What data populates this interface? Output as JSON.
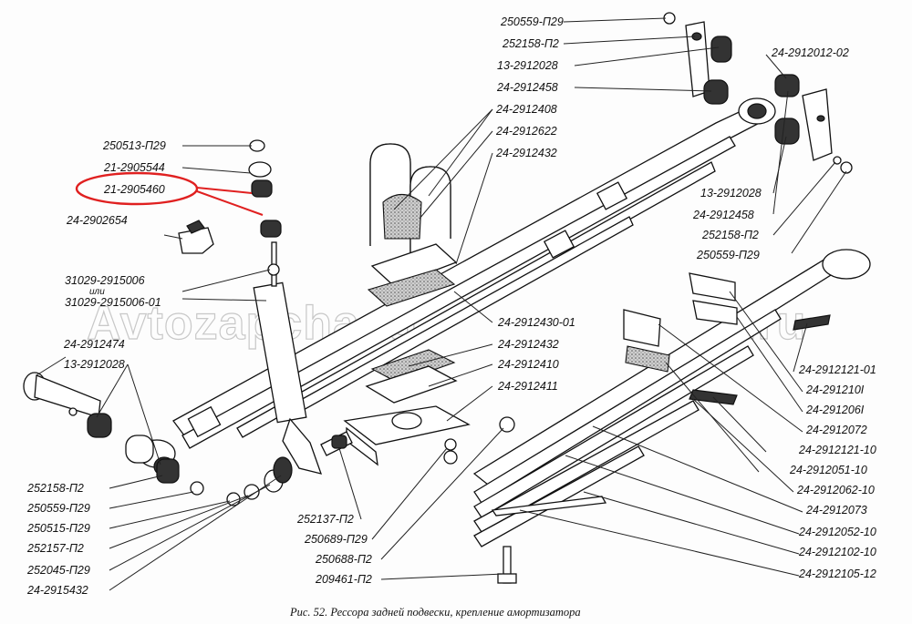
{
  "watermark": "Avtozapchasti",
  "watermark_suffix": ".ru",
  "caption": "Рис. 52. Рессора задней подвески, крепление амортизатора",
  "highlight_color": "#e02020",
  "labels": {
    "top_right": [
      "250559-П29",
      "252158-П2",
      "13-2912028",
      "24-2912458"
    ],
    "top_right_far": "24-2912012-02",
    "center_top": [
      "24-2912408",
      "24-2912622",
      "24-2912432"
    ],
    "right_mid": [
      "13-2912028",
      "24-2912458",
      "252158-П2",
      "250559-П29"
    ],
    "top_left": [
      "250513-П29",
      "21-2905544",
      "21-2905460",
      "24-2902654"
    ],
    "shock": [
      "31029-2915006",
      "или",
      "31029-2915006-01"
    ],
    "center_mid": [
      "24-2912430-01",
      "24-2912432",
      "24-2912410",
      "24-2912411"
    ],
    "left_mid": [
      "24-2912474",
      "13-2912028"
    ],
    "bottom_left": [
      "252158-П2",
      "250559-П29",
      "250515-П29",
      "252157-П2",
      "252045-П29",
      "24-2915432"
    ],
    "bottom_center": [
      "252137-П2",
      "250689-П29",
      "250688-П2",
      "209461-П2"
    ],
    "right_column": [
      "24-2912121-01",
      "24-291210I",
      "24-291206I",
      "24-2912072",
      "24-2912121-10",
      "24-2912051-10",
      "24-2912062-10",
      "24-2912073",
      "24-2912052-10",
      "24-2912102-10",
      "24-2912105-12"
    ]
  }
}
